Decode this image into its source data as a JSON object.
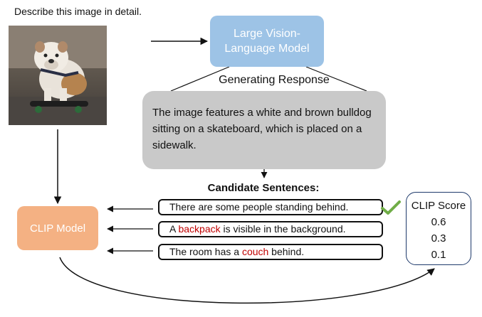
{
  "prompt": "Describe this image in detail.",
  "lvlm": {
    "line1": "Large Vision-",
    "line2": "Language Model"
  },
  "generating_label": "Generating Response",
  "response": {
    "line1": "The image features a white and brown bulldog",
    "line2": "sitting on a skateboard, which is placed on a",
    "line3": "sidewalk."
  },
  "candidates_label": "Candidate Sentences:",
  "candidates": [
    {
      "before": "There are some people standing behind.",
      "highlight": "",
      "after": ""
    },
    {
      "before": "A ",
      "highlight": "backpack",
      "after": " is visible in the background."
    },
    {
      "before": "The room has a ",
      "highlight": "couch",
      "after": " behind."
    }
  ],
  "clip_model": "CLIP Model",
  "clip_score": {
    "title": "CLIP Score",
    "values": [
      "0.6",
      "0.3",
      "0.1"
    ]
  },
  "icons": {
    "check": "checkmark-icon",
    "photo": "bulldog-photo"
  },
  "colors": {
    "lvlm": "#9dc3e6",
    "response_box": "#c9c9c9",
    "clip_model": "#f4b183",
    "highlight": "#c00000",
    "check": "#70ad47",
    "score_border": "#1f3a6b"
  }
}
